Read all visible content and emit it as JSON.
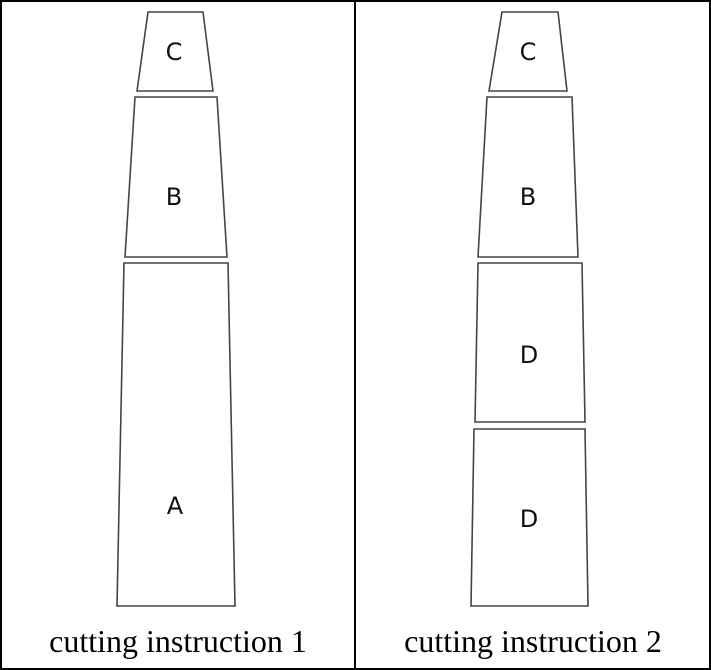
{
  "panels": [
    {
      "caption": "cutting instruction 1",
      "pieces": [
        {
          "label": "C"
        },
        {
          "label": "B"
        },
        {
          "label": "A"
        }
      ]
    },
    {
      "caption": "cutting instruction 2",
      "pieces": [
        {
          "label": "C"
        },
        {
          "label": "B"
        },
        {
          "label": "D"
        },
        {
          "label": "D"
        }
      ]
    }
  ],
  "colors": {
    "outline": "#444444",
    "frame": "#000000",
    "background": "#ffffff"
  }
}
